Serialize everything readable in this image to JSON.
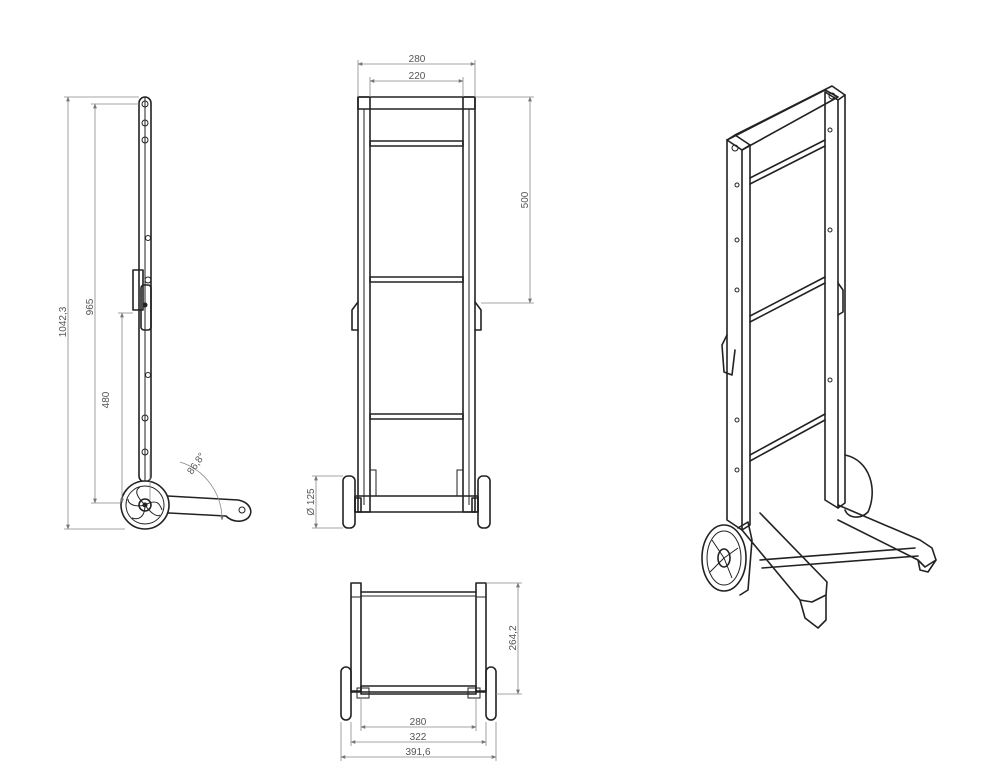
{
  "front_view": {
    "overall_width": "280",
    "inner_width": "220",
    "upper_height": "500",
    "wheel_diameter": "Ø 125"
  },
  "side_view": {
    "total_height": "1042,3",
    "handle_height": "965",
    "lower_height": "480",
    "base_angle": "86,8°"
  },
  "top_view": {
    "depth": "264,2",
    "inner_width": "280",
    "axle_width": "322",
    "overall_width": "391,6"
  }
}
